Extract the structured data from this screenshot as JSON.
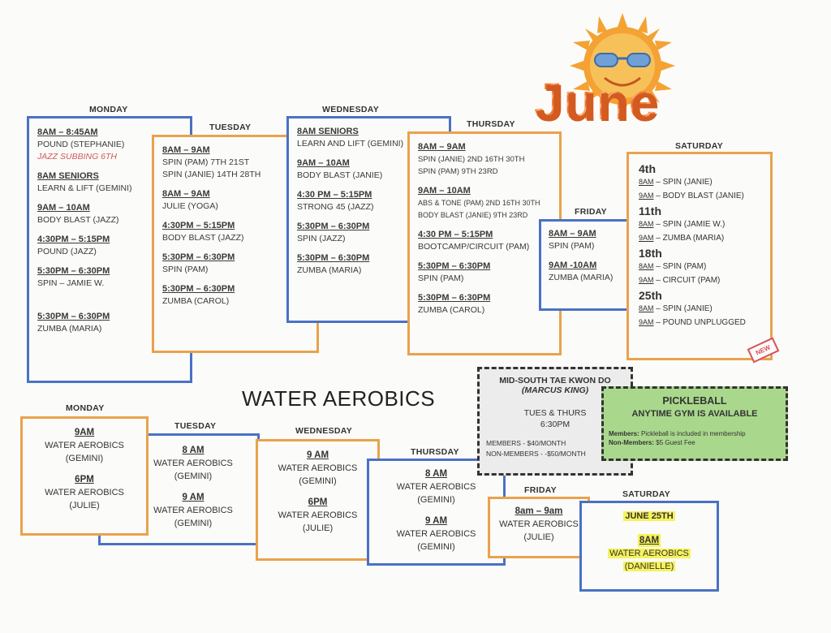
{
  "header": {
    "month": "June"
  },
  "fitness": {
    "monday": {
      "day": "MONDAY",
      "items": [
        {
          "time": "8AM – 8:45AM",
          "lines": [
            "POUND (STEPHANIE)"
          ],
          "note": "JAZZ SUBBING 6TH"
        },
        {
          "time": "8AM SENIORS",
          "lines": [
            "LEARN & LIFT (GEMINI)"
          ]
        },
        {
          "time": "9AM – 10AM",
          "lines": [
            "BODY BLAST (JAZZ)"
          ]
        },
        {
          "time": "4:30PM – 5:15PM",
          "lines": [
            "POUND (JAZZ)"
          ]
        },
        {
          "time": "5:30PM – 6:30PM",
          "lines": [
            "SPIN – JAMIE W."
          ]
        },
        {
          "time": "5:30PM – 6:30PM",
          "lines": [
            "ZUMBA (MARIA)"
          ]
        }
      ]
    },
    "tuesday": {
      "day": "TUESDAY",
      "items": [
        {
          "time": "8AM – 9AM",
          "lines": [
            "SPIN (PAM) 7TH 21ST",
            "SPIN (JANIE) 14TH 28TH"
          ]
        },
        {
          "time": "8AM – 9AM",
          "lines": [
            "JULIE (YOGA)"
          ]
        },
        {
          "time": "4:30PM – 5:15PM",
          "lines": [
            "BODY BLAST (JAZZ)"
          ]
        },
        {
          "time": "5:30PM – 6:30PM",
          "lines": [
            "SPIN (PAM)"
          ]
        },
        {
          "time": "5:30PM – 6:30PM",
          "lines": [
            "ZUMBA (CAROL)"
          ]
        }
      ]
    },
    "wednesday": {
      "day": "WEDNESDAY",
      "items": [
        {
          "time": "8AM SENIORS",
          "lines": [
            "LEARN AND LIFT (GEMINI)"
          ]
        },
        {
          "time": "9AM – 10AM",
          "lines": [
            "BODY BLAST (JANIE)"
          ]
        },
        {
          "time": "4:30 PM – 5:15PM",
          "lines": [
            "STRONG 45 (JAZZ)"
          ]
        },
        {
          "time": "5:30PM – 6:30PM",
          "lines": [
            "SPIN (JAZZ)"
          ]
        },
        {
          "time": "5:30PM – 6:30PM",
          "lines": [
            "ZUMBA (MARIA)"
          ]
        }
      ]
    },
    "thursday": {
      "day": "THURSDAY",
      "items": [
        {
          "time": "8AM – 9AM",
          "lines": [
            "SPIN (JANIE) 2ND 16TH 30TH",
            "SPIN (PAM) 9TH 23RD"
          ]
        },
        {
          "time": "9AM – 10AM",
          "lines": [
            "ABS & TONE (PAM) 2ND 16TH 30TH",
            "BODY BLAST (JANIE) 9TH 23RD"
          ]
        },
        {
          "time": "4:30 PM – 5:15PM",
          "lines": [
            "BOOTCAMP/CIRCUIT (PAM)"
          ]
        },
        {
          "time": "5:30PM – 6:30PM",
          "lines": [
            "SPIN (PAM)"
          ]
        },
        {
          "time": "5:30PM – 6:30PM",
          "lines": [
            "ZUMBA (CAROL)"
          ]
        }
      ]
    },
    "friday": {
      "day": "FRIDAY",
      "items": [
        {
          "time": "8AM – 9AM",
          "lines": [
            "SPIN (PAM)"
          ]
        },
        {
          "time": "9AM -10AM",
          "lines": [
            "ZUMBA (MARIA)"
          ]
        }
      ]
    },
    "saturday": {
      "day": "SATURDAY",
      "weeks": [
        {
          "date": "4th",
          "rows": [
            {
              "time": "8AM",
              "text": "– SPIN (JANIE)"
            },
            {
              "time": "9AM",
              "text": "– BODY BLAST (JANIE)"
            }
          ]
        },
        {
          "date": "11th",
          "rows": [
            {
              "time": "8AM",
              "text": "– SPIN (JAMIE W.)"
            },
            {
              "time": "9AM",
              "text": "– ZUMBA (MARIA)"
            }
          ]
        },
        {
          "date": "18th",
          "rows": [
            {
              "time": "8AM",
              "text": "– SPIN (PAM)"
            },
            {
              "time": "9AM",
              "text": "– CIRCUIT (PAM)"
            }
          ]
        },
        {
          "date": "25th",
          "rows": [
            {
              "time": "8AM",
              "text": "– SPIN (JANIE)"
            },
            {
              "time": "9AM",
              "text": "– POUND UNPLUGGED"
            }
          ]
        }
      ],
      "badge": "NEW"
    }
  },
  "water": {
    "title": "WATER AEROBICS",
    "monday": {
      "day": "MONDAY",
      "items": [
        {
          "time": "9AM",
          "lines": [
            "WATER AEROBICS",
            "(GEMINI)"
          ]
        },
        {
          "time": "6PM",
          "lines": [
            "WATER AEROBICS",
            "(JULIE)"
          ]
        }
      ]
    },
    "tuesday": {
      "day": "TUESDAY",
      "items": [
        {
          "time": "8 AM",
          "lines": [
            "WATER AEROBICS",
            "(GEMINI)"
          ]
        },
        {
          "time": "9 AM",
          "lines": [
            "WATER AEROBICS",
            "(GEMINI)"
          ]
        }
      ]
    },
    "wednesday": {
      "day": "WEDNESDAY",
      "items": [
        {
          "time": "9 AM",
          "lines": [
            "WATER AEROBICS",
            "(GEMINI)"
          ]
        },
        {
          "time": "6PM",
          "lines": [
            "WATER AEROBICS",
            "(JULIE)"
          ]
        }
      ]
    },
    "thursday": {
      "day": "THURSDAY",
      "items": [
        {
          "time": "8 AM",
          "lines": [
            "WATER AEROBICS",
            "(GEMINI)"
          ]
        },
        {
          "time": "9 AM",
          "lines": [
            "WATER AEROBICS",
            "(GEMINI)"
          ]
        }
      ]
    },
    "friday": {
      "day": "FRIDAY",
      "items": [
        {
          "time": "8am – 9am",
          "lines": [
            "WATER AEROBICS",
            "(JULIE)"
          ]
        }
      ]
    },
    "saturday": {
      "day": "SATURDAY",
      "date": "JUNE 25TH",
      "items": [
        {
          "time": "8AM",
          "lines": [
            "WATER AEROBICS",
            "(DANIELLE)"
          ]
        }
      ]
    }
  },
  "taekwondo": {
    "title": "MID-SOUTH TAE KWON DO",
    "instructor": "(MARCUS KING)",
    "days": "TUES & THURS",
    "time": "6:30PM",
    "members": "MEMBERS - $40/MONTH",
    "nonmembers": "NON-MEMBERS - -$50/MONTH"
  },
  "pickleball": {
    "title": "PICKLEBALL",
    "subtitle": "ANYTIME GYM IS AVAILABLE",
    "members_label": "Members:",
    "members_text": "Pickleball is included in membership",
    "nonmembers_label": "Non-Members:",
    "nonmembers_text": "$5 Guest Fee"
  },
  "colors": {
    "blue": "#4a72c4",
    "orange": "#e9a24c",
    "sun": "#f4a233",
    "pickle_bg": "#a9d88c"
  }
}
